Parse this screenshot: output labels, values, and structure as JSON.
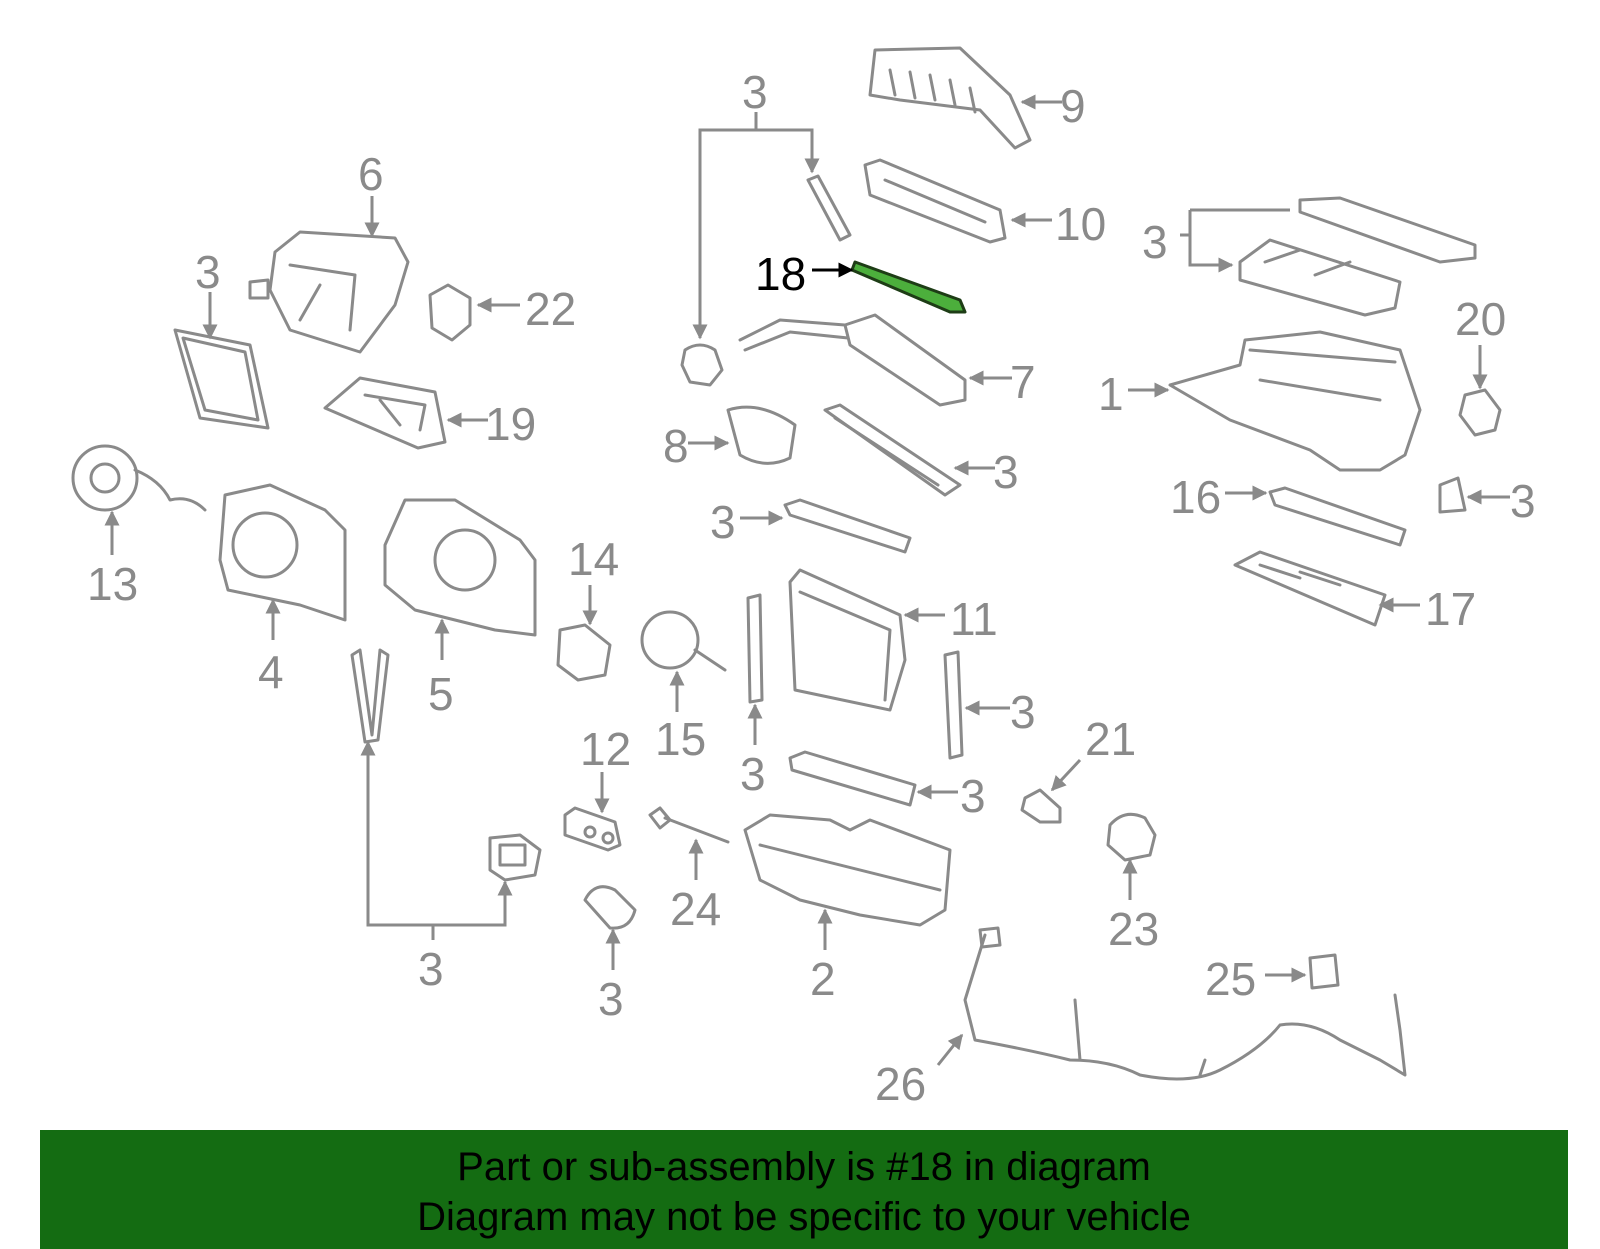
{
  "diagram": {
    "highlight_color": "#4caf3c",
    "line_color": "#8a8a8a",
    "highlighted_part": "18",
    "callouts": {
      "c3_top": "3",
      "c9": "9",
      "c10": "10",
      "c3_right_top": "3",
      "c18": "18",
      "c6": "6",
      "c3_left": "3",
      "c22": "22",
      "c19": "19",
      "c20": "20",
      "c1": "1",
      "c7": "7",
      "c8": "8",
      "c3_mid1": "3",
      "c3_mid2": "3",
      "c16": "16",
      "c3_far_right": "3",
      "c13": "13",
      "c4": "4",
      "c5": "5",
      "c14": "14",
      "c15": "15",
      "c11": "11",
      "c17": "17",
      "c3_right_mid": "3",
      "c3_center_low": "3",
      "c3_center_low2": "3",
      "c12": "12",
      "c21": "21",
      "c24": "24",
      "c23": "23",
      "c3_bottom_left": "3",
      "c3_bottom_mid": "3",
      "c2": "2",
      "c25": "25",
      "c26": "26"
    }
  },
  "banner": {
    "line1": "Part or sub-assembly is #18 in diagram",
    "line2": "Diagram may not be specific to your vehicle",
    "background": "#146c12"
  }
}
